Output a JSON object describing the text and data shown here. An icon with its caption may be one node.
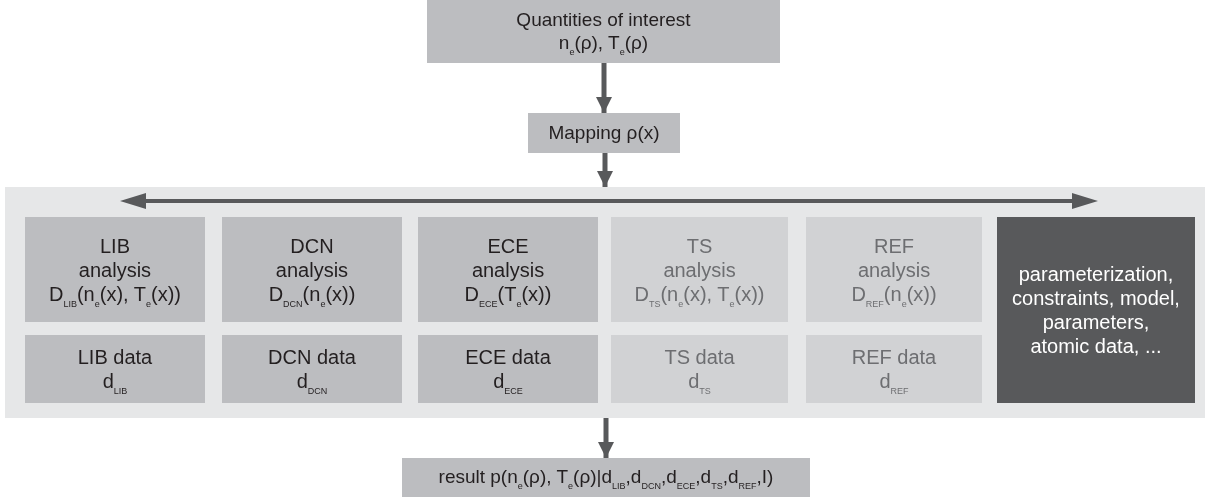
{
  "diagram": {
    "nodes": [
      {
        "text": [
          "Quantities of interest",
          "n$_{e}$(ρ), T$_{e}$(ρ)"
        ]
      },
      {
        "text": [
          "Mapping ρ(x)"
        ]
      },
      {
        "text": [],
        "shape": "box"
      },
      {
        "text": [
          "LIB analysis",
          "D$_{LIB}$(n$_{e}$(x), T$_{e}$(x))"
        ],
        "in": 2
      },
      {
        "text": [
          "DCN analysis",
          "D$_{DCN}$(n$_{e}$(x))"
        ],
        "in": 2
      },
      {
        "text": [
          "ECE analysis",
          "D$_{ECE}$(T$_{e}$(x))"
        ],
        "in": 2
      },
      {
        "text": [
          "TS analysis",
          "D$_{TS}$(n$_{e}$(x), T$_{e}$(x))"
        ],
        "in": 2
      },
      {
        "text": [
          "REF analysis",
          "D$_{REF}$(n$_{e}$(x))"
        ],
        "in": 2
      },
      {
        "text": [
          "parameterization, constraints, model, parameters, atomic data, ..."
        ],
        "in": 2
      },
      {
        "text": [
          "LIB data",
          "d$_{LIB}$"
        ],
        "in": 2
      },
      {
        "text": [
          "DCN data",
          "d$_{DCN}$"
        ],
        "in": 2
      },
      {
        "text": [
          "ECE data",
          "d$_{ECE}$"
        ],
        "in": 2
      },
      {
        "text": [
          "TS data",
          "d$_{TS}$"
        ],
        "in": 2
      },
      {
        "text": [
          "REF data",
          "d$_{REF}$"
        ],
        "in": 2
      },
      {
        "text": [
          "result p(n$_{e}$(ρ), T$_{e}$(ρ)|d$_{LIB}$,d$_{DCN}$,d$_{ECE}$,d$_{TS}$,d$_{REF}$,I)"
        ]
      }
    ],
    "edges": [
      {
        "from": 0,
        "to": 1,
        "arrow": "to"
      },
      {
        "from": 1,
        "to": 2,
        "arrow": "to"
      },
      {
        "from": 2,
        "to": 14,
        "arrow": "to"
      }
    ]
  }
}
